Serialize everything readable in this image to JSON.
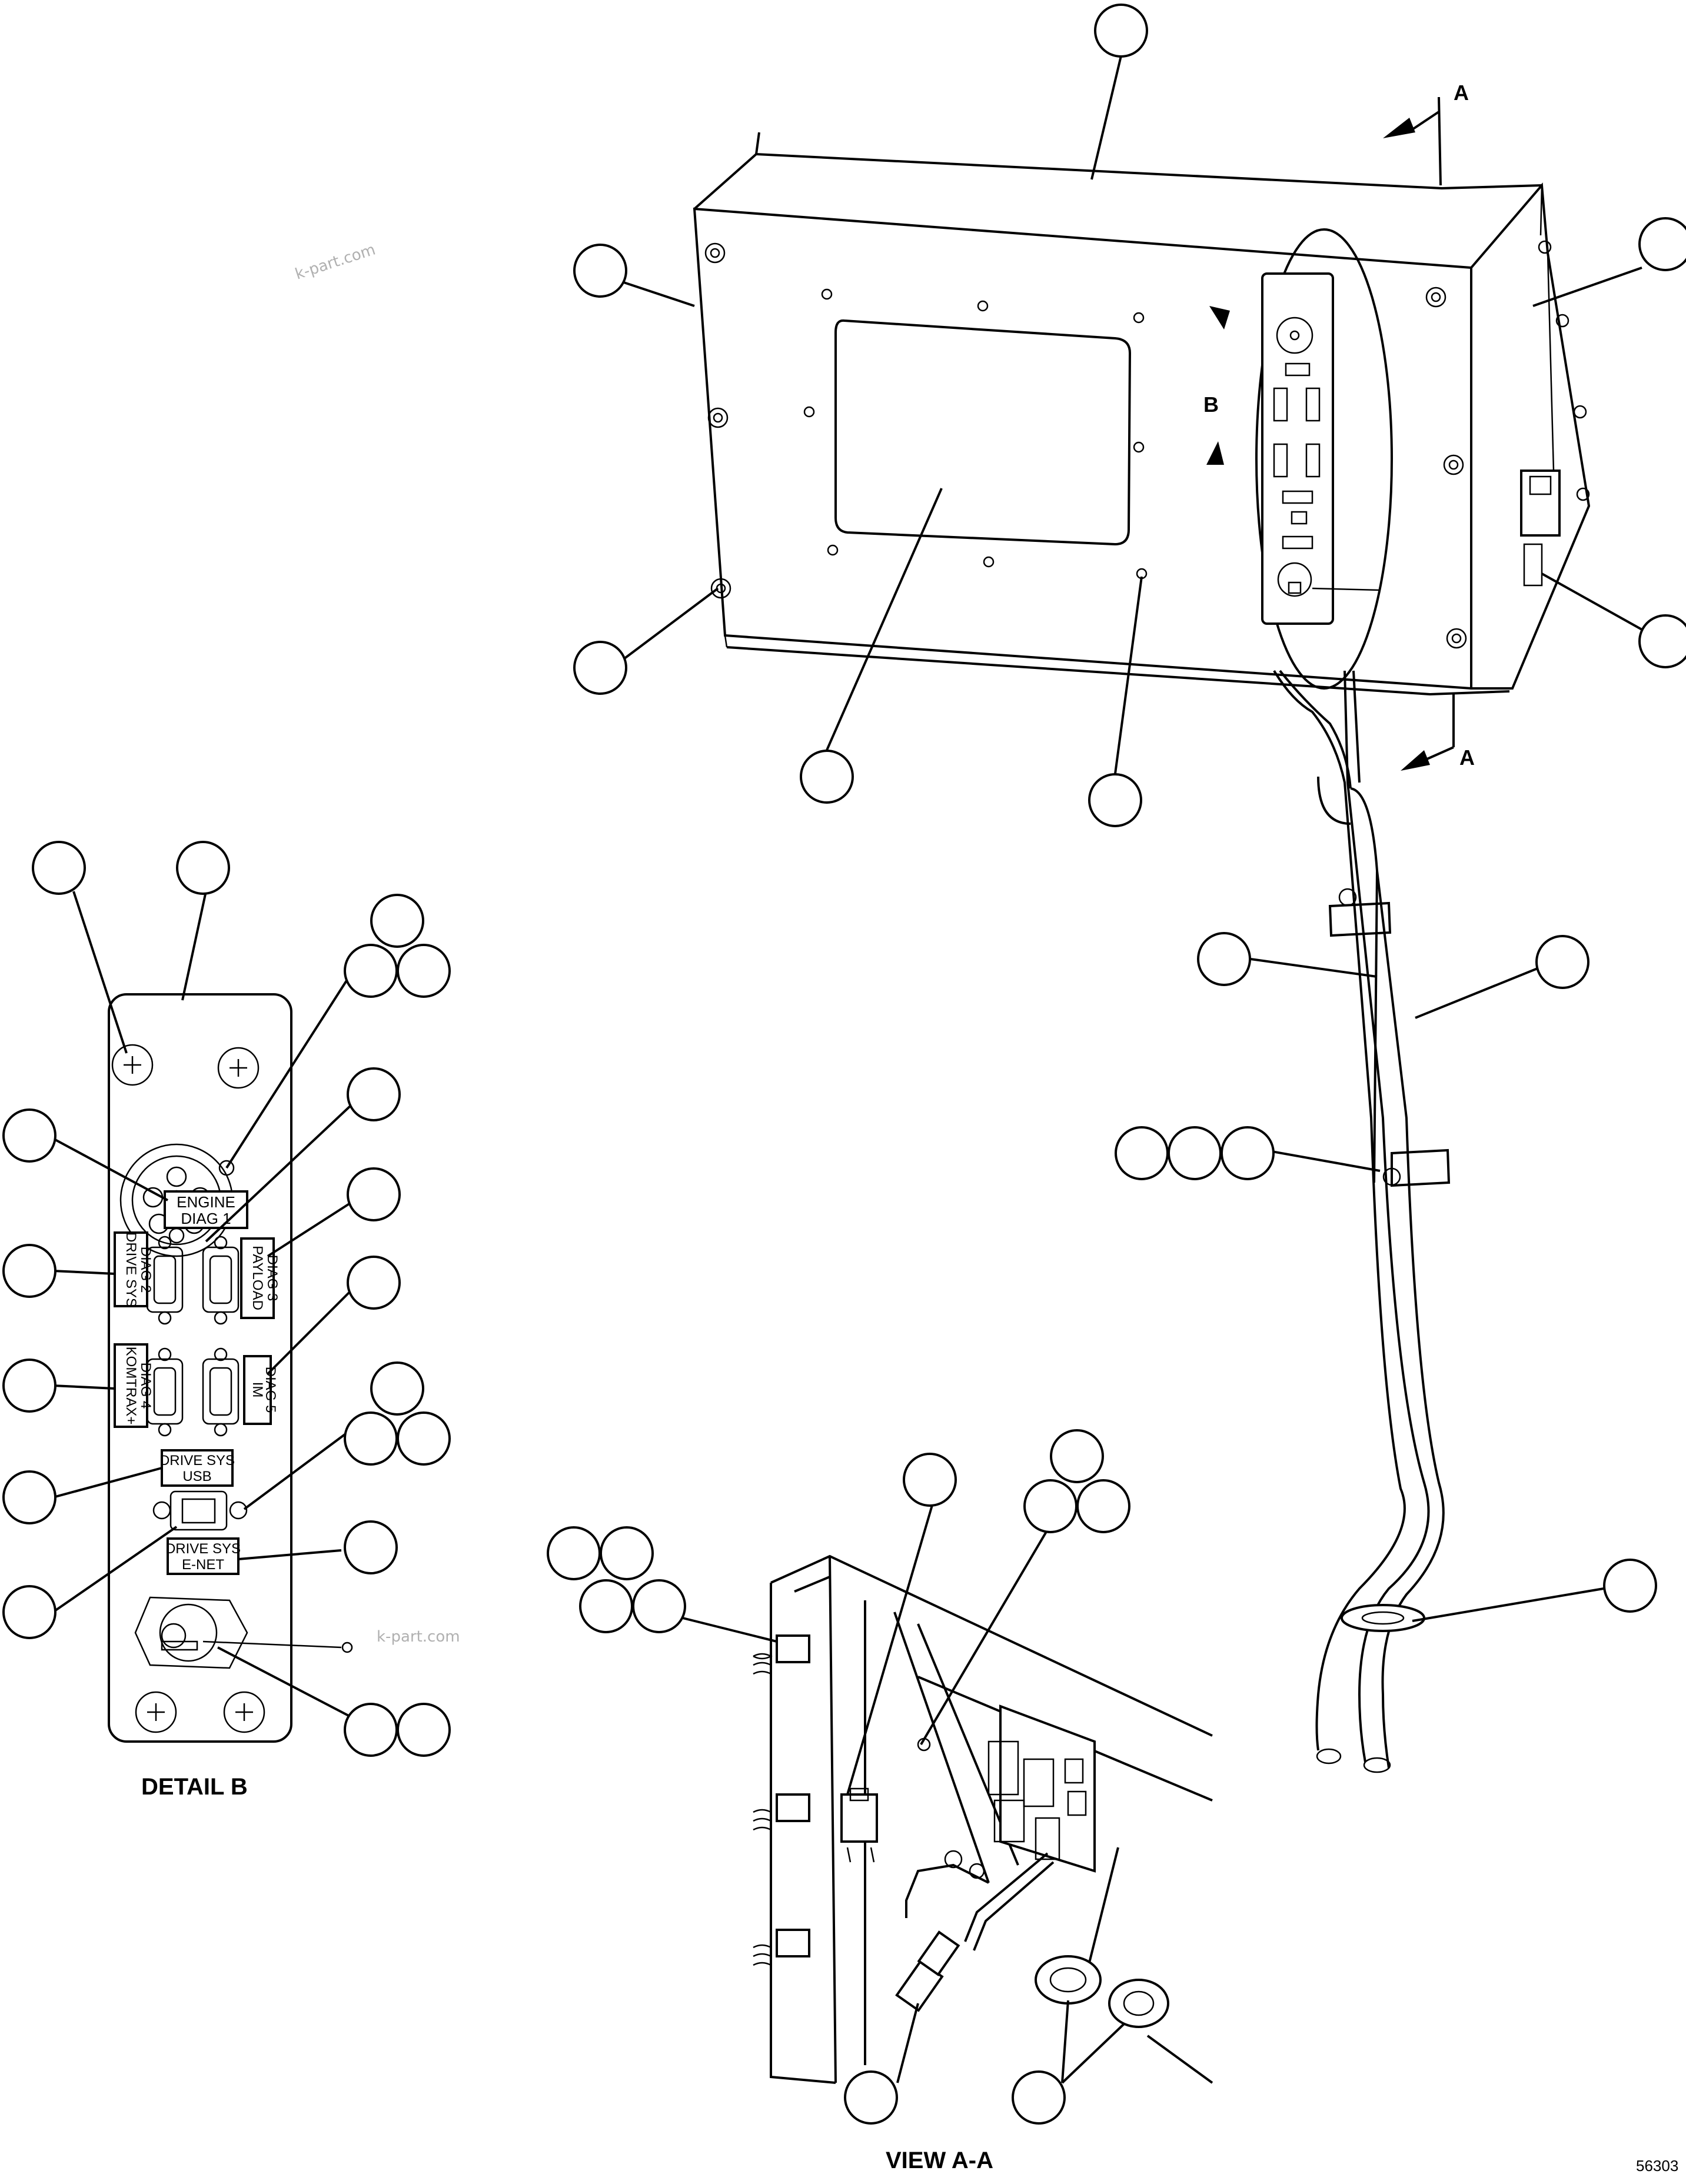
{
  "section_markers": {
    "a_top": "A",
    "a_bottom": "A",
    "b": "B"
  },
  "captions": {
    "detail_b": "DETAIL B",
    "view_aa": "VIEW A-A"
  },
  "panel_labels": {
    "engine": [
      "ENGINE",
      "DIAG 1"
    ],
    "drive_diag": [
      "DRIVE SYS",
      "DIAG 2"
    ],
    "payload": [
      "PAYLOAD",
      "DIAG 3"
    ],
    "komtrax": [
      "KOMTRAX+",
      "DIAG 4"
    ],
    "im": [
      "IM",
      "DIAG 5"
    ],
    "usb": [
      "DRIVE SYS",
      "USB"
    ],
    "enet": [
      "DRIVE SYS",
      "E-NET"
    ]
  },
  "watermarks": [
    "k-part.com",
    "k-part.com"
  ],
  "drawing_number": "56303"
}
